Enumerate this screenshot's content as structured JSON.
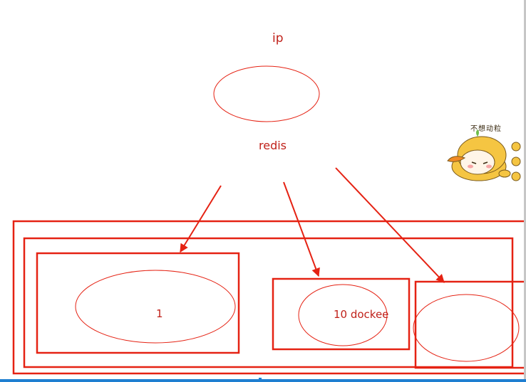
{
  "colors": {
    "line": "#e52213",
    "text": "#c0211a",
    "duck": "#f5c542",
    "duck_dark": "#c9962a"
  },
  "labels": {
    "ip": "ip",
    "redis": "redis",
    "node_one": "1",
    "node_docker": "10 dockee"
  },
  "sticker": {
    "caption": "不想动粒",
    "icon": "duck-mascot-sticker"
  }
}
